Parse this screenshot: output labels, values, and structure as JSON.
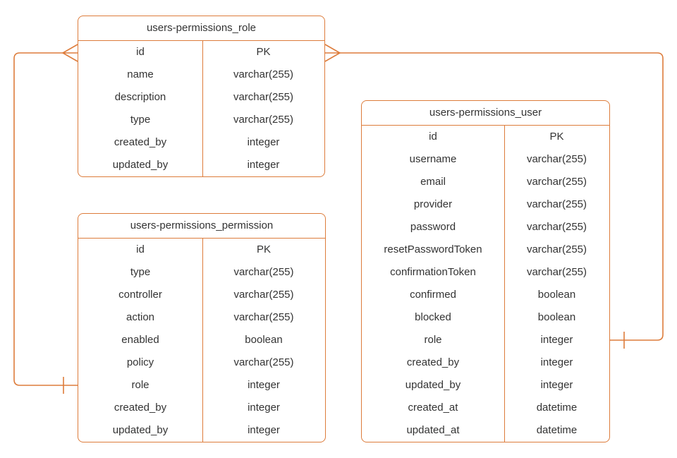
{
  "diagram": {
    "type": "entity-relationship-diagram",
    "accent_color": "#DD7C3B",
    "text_color": "#333333",
    "background_color": "#FFFFFF"
  },
  "tables": [
    {
      "title": "users-permissions_role",
      "rows": [
        {
          "field": "id",
          "type": "PK"
        },
        {
          "field": "name",
          "type": "varchar(255)"
        },
        {
          "field": "description",
          "type": "varchar(255)"
        },
        {
          "field": "type",
          "type": "varchar(255)"
        },
        {
          "field": "created_by",
          "type": "integer"
        },
        {
          "field": "updated_by",
          "type": "integer"
        }
      ]
    },
    {
      "title": "users-permissions_permission",
      "rows": [
        {
          "field": "id",
          "type": "PK"
        },
        {
          "field": "type",
          "type": "varchar(255)"
        },
        {
          "field": "controller",
          "type": "varchar(255)"
        },
        {
          "field": "action",
          "type": "varchar(255)"
        },
        {
          "field": "enabled",
          "type": "boolean"
        },
        {
          "field": "policy",
          "type": "varchar(255)"
        },
        {
          "field": "role",
          "type": "integer"
        },
        {
          "field": "created_by",
          "type": "integer"
        },
        {
          "field": "updated_by",
          "type": "integer"
        }
      ]
    },
    {
      "title": "users-permissions_user",
      "rows": [
        {
          "field": "id",
          "type": "PK"
        },
        {
          "field": "username",
          "type": "varchar(255)"
        },
        {
          "field": "email",
          "type": "varchar(255)"
        },
        {
          "field": "provider",
          "type": "varchar(255)"
        },
        {
          "field": "password",
          "type": "varchar(255)"
        },
        {
          "field": "resetPasswordToken",
          "type": "varchar(255)"
        },
        {
          "field": "confirmationToken",
          "type": "varchar(255)"
        },
        {
          "field": "confirmed",
          "type": "boolean"
        },
        {
          "field": "blocked",
          "type": "boolean"
        },
        {
          "field": "role",
          "type": "integer"
        },
        {
          "field": "created_by",
          "type": "integer"
        },
        {
          "field": "updated_by",
          "type": "integer"
        },
        {
          "field": "created_at",
          "type": "datetime"
        },
        {
          "field": "updated_at",
          "type": "datetime"
        }
      ]
    }
  ],
  "relationships": [
    {
      "from_table": "users-permissions_role",
      "from_field": "id",
      "from_marker": "crow-foot-many",
      "to_table": "users-permissions_permission",
      "to_field": "role",
      "to_marker": "one-tick"
    },
    {
      "from_table": "users-permissions_role",
      "from_field": "id",
      "from_marker": "crow-foot-many",
      "to_table": "users-permissions_user",
      "to_field": "role",
      "to_marker": "one-tick"
    }
  ]
}
